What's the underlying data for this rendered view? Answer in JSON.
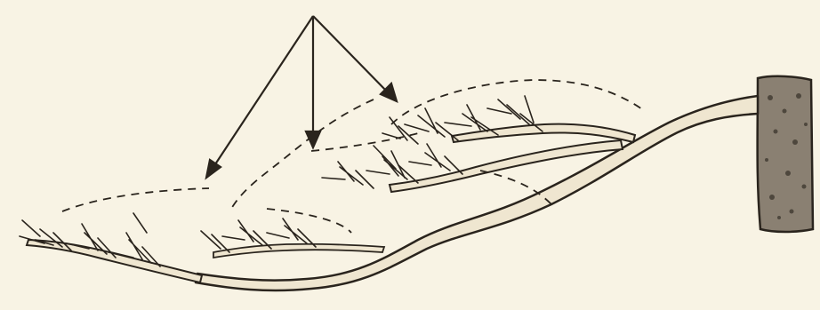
{
  "figure": {
    "background": "#f8f3e4",
    "ink": "#2a241d",
    "bark_fill": "#efe6d0",
    "trunk_fill": "#8a8072",
    "arrow_count": 3,
    "foliage_outline": "dashed",
    "branch_tiers": 3
  }
}
